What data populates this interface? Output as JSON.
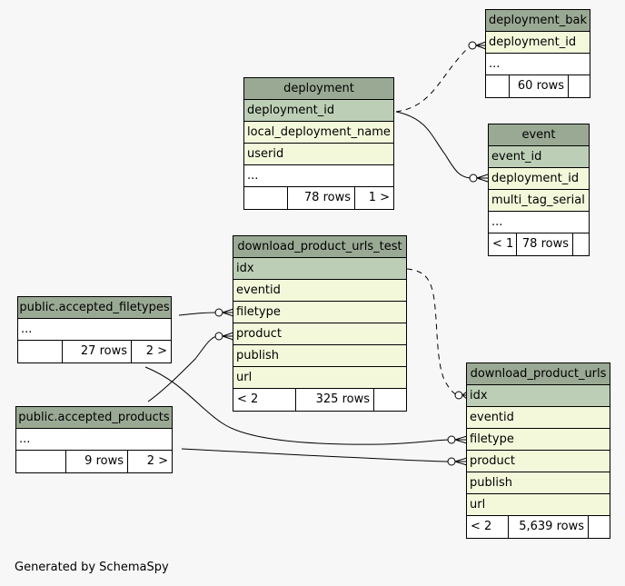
{
  "tables": {
    "deployment": {
      "name": "deployment",
      "columns": [
        "deployment_id",
        "local_deployment_name",
        "userid"
      ],
      "more": "...",
      "footer": [
        "",
        "78 rows",
        "1 >"
      ]
    },
    "deployment_bak": {
      "name": "deployment_bak",
      "columns": [
        "deployment_id"
      ],
      "more": "...",
      "footer": [
        "",
        "60 rows",
        ""
      ]
    },
    "event": {
      "name": "event",
      "columns": [
        "event_id",
        "deployment_id",
        "multi_tag_serial"
      ],
      "more": "...",
      "footer": [
        "< 1",
        "78 rows",
        ""
      ]
    },
    "download_product_urls_test": {
      "name": "download_product_urls_test",
      "columns": [
        "idx",
        "eventid",
        "filetype",
        "product",
        "publish",
        "url"
      ],
      "footer": [
        "< 2",
        "325 rows",
        ""
      ]
    },
    "accepted_filetypes": {
      "name": "public.accepted_filetypes",
      "more": "...",
      "footer": [
        "",
        "27 rows",
        "2 >"
      ]
    },
    "accepted_products": {
      "name": "public.accepted_products",
      "more": "...",
      "footer": [
        "",
        "9 rows",
        "2 >"
      ]
    },
    "download_product_urls": {
      "name": "download_product_urls",
      "columns": [
        "idx",
        "eventid",
        "filetype",
        "product",
        "publish",
        "url"
      ],
      "footer": [
        "< 2",
        "5,639 rows",
        ""
      ]
    }
  },
  "credit": "Generated by SchemaSpy"
}
